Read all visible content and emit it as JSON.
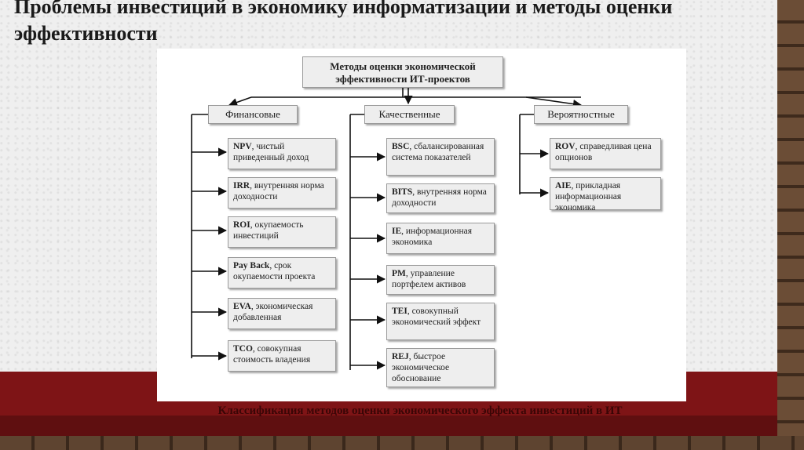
{
  "slide": {
    "title": "Проблемы инвестиций в экономику информатизации и методы оценки эффективности",
    "caption": "Классификация методов оценки экономического эффекта инвестиций в ИТ"
  },
  "diagram": {
    "root": "Методы оценки экономической эффективности ИТ-проектов",
    "categories": [
      {
        "label": "Финансовые",
        "items": [
          {
            "abbr": "NPV",
            "text": ", чистый приведенный доход"
          },
          {
            "abbr": "IRR",
            "text": ", внутренняя норма доходности"
          },
          {
            "abbr": "ROI",
            "text": ", окупаемость инвестиций"
          },
          {
            "abbr": "Pay Back",
            "text": ", срок окупаемости проекта"
          },
          {
            "abbr": "EVA",
            "text": ", экономическая добавленная"
          },
          {
            "abbr": "TCO",
            "text": ", совокупная стоимость владения"
          }
        ]
      },
      {
        "label": "Качественные",
        "items": [
          {
            "abbr": "BSC",
            "text": ", сбалансированная система показателей"
          },
          {
            "abbr": "BITS",
            "text": ", внутренняя норма доходности"
          },
          {
            "abbr": "IE",
            "text": ", информационная экономика"
          },
          {
            "abbr": "PM",
            "text": ", управление портфелем активов"
          },
          {
            "abbr": "TEI",
            "text": ", совокупный экономический эффект"
          },
          {
            "abbr": "REJ",
            "text": ", быстрое экономическое обоснование"
          }
        ]
      },
      {
        "label": "Вероятностные",
        "items": [
          {
            "abbr": "ROV",
            "text": ", справедливая цена опционов"
          },
          {
            "abbr": "AIE",
            "text": ", прикладная информационная экономика"
          }
        ]
      }
    ]
  }
}
